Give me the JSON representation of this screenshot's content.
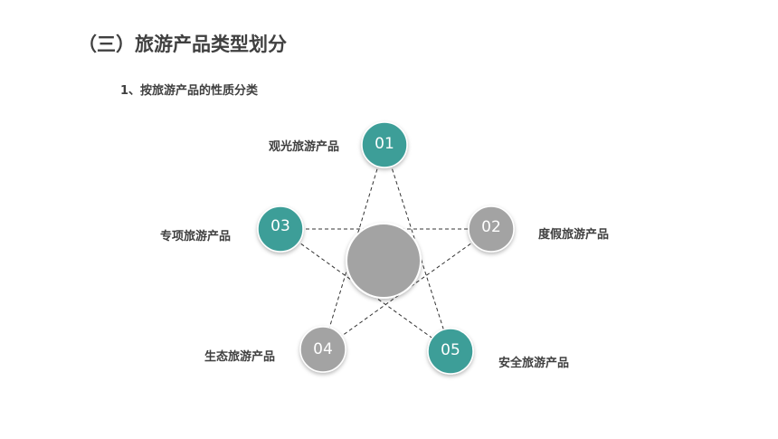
{
  "title": "（三）旅游产品类型划分",
  "subtitle": "1、按旅游产品的性质分类",
  "colors": {
    "teal": "#3e9e98",
    "gray": "#a3a3a3",
    "center": "#a3a3a3",
    "line": "#333333"
  },
  "nodes": [
    {
      "num": "01",
      "label": "观光旅游产品",
      "color": "teal"
    },
    {
      "num": "02",
      "label": "度假旅游产品",
      "color": "gray"
    },
    {
      "num": "03",
      "label": "专项旅游产品",
      "color": "teal"
    },
    {
      "num": "04",
      "label": "生态旅游产品",
      "color": "gray"
    },
    {
      "num": "05",
      "label": "安全旅游产品",
      "color": "teal"
    }
  ]
}
